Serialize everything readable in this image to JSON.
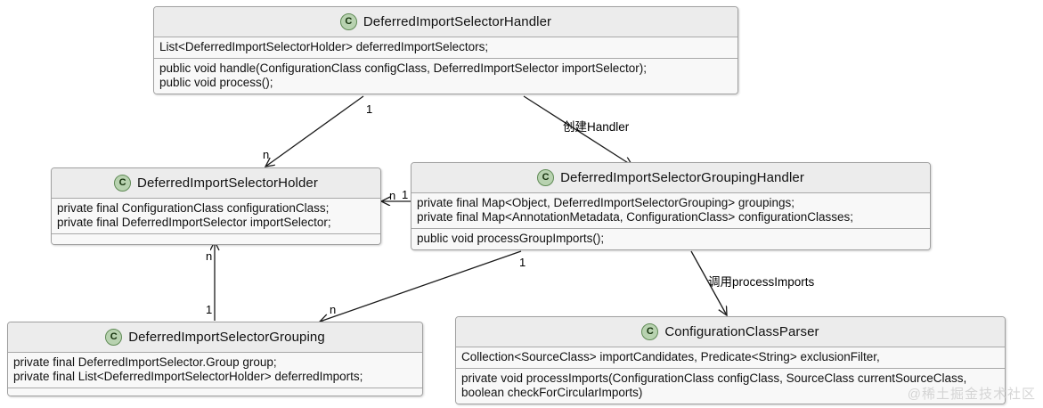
{
  "diagram": {
    "type": "uml-class-diagram",
    "watermark": "@稀土掘金技术社区",
    "class_icon_letter": "C",
    "colors": {
      "header_bg": "#ececec",
      "body_bg": "#f8f8f8",
      "border": "#a0a0a0",
      "icon_fill": "#b8d2b0",
      "icon_stroke": "#5f8a55",
      "edge": "#1a1a1a",
      "watermark": "#c9c9c9"
    },
    "classes": [
      {
        "id": "handler",
        "name": "DeferredImportSelectorHandler",
        "fields": "List<DeferredImportSelectorHolder> deferredImportSelectors;",
        "methods": "public void handle(ConfigurationClass configClass, DeferredImportSelector importSelector);\npublic void process();"
      },
      {
        "id": "holder",
        "name": "DeferredImportSelectorHolder",
        "fields": "private final ConfigurationClass configurationClass;\nprivate final DeferredImportSelector importSelector;",
        "methods": ""
      },
      {
        "id": "grouping_handler",
        "name": "DeferredImportSelectorGroupingHandler",
        "fields": "private final Map<Object, DeferredImportSelectorGrouping> groupings;\nprivate final Map<AnnotationMetadata, ConfigurationClass> configurationClasses;",
        "methods": "public void processGroupImports();"
      },
      {
        "id": "grouping",
        "name": "DeferredImportSelectorGrouping",
        "fields": "private final DeferredImportSelector.Group group;\nprivate final List<DeferredImportSelectorHolder> deferredImports;",
        "methods": ""
      },
      {
        "id": "parser",
        "name": "ConfigurationClassParser",
        "fields": "Collection<SourceClass> importCandidates, Predicate<String> exclusionFilter,",
        "methods": "private void processImports(ConfigurationClass configClass, SourceClass currentSourceClass,\nboolean checkForCircularImports)"
      }
    ],
    "edges": [
      {
        "id": "handler-to-holder",
        "from": "handler",
        "to": "holder",
        "label": "",
        "source_multiplicity": "1",
        "target_multiplicity": "n"
      },
      {
        "id": "handler-to-grouping-handler",
        "from": "handler",
        "to": "grouping_handler",
        "label": "创建Handler",
        "source_multiplicity": "",
        "target_multiplicity": ""
      },
      {
        "id": "grouping-handler-to-holder",
        "from": "grouping_handler",
        "to": "holder",
        "label": "",
        "source_multiplicity": "1",
        "target_multiplicity": "n"
      },
      {
        "id": "grouping-handler-to-grouping",
        "from": "grouping_handler",
        "to": "grouping",
        "label": "",
        "source_multiplicity": "1",
        "target_multiplicity": "n"
      },
      {
        "id": "grouping-to-holder",
        "from": "grouping",
        "to": "holder",
        "label": "",
        "source_multiplicity": "1",
        "target_multiplicity": "n"
      },
      {
        "id": "grouping-handler-to-parser",
        "from": "grouping_handler",
        "to": "parser",
        "label": "调用processImports",
        "source_multiplicity": "",
        "target_multiplicity": ""
      }
    ]
  }
}
